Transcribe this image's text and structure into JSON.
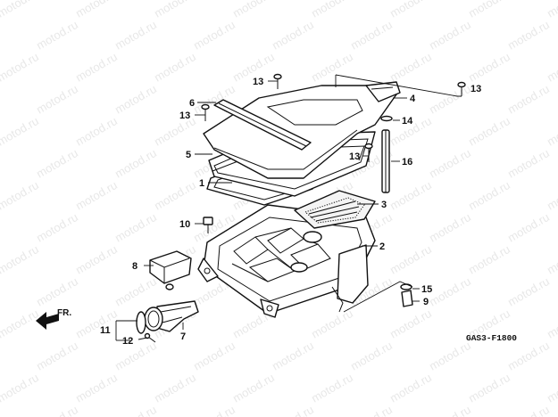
{
  "watermark": "motod.ru",
  "diagram_code": "GAS3-F1800",
  "front_marker": "FR.",
  "callouts": [
    {
      "id": "c1",
      "label": "1"
    },
    {
      "id": "c2",
      "label": "2"
    },
    {
      "id": "c3",
      "label": "3"
    },
    {
      "id": "c4",
      "label": "4"
    },
    {
      "id": "c5",
      "label": "5"
    },
    {
      "id": "c6",
      "label": "6"
    },
    {
      "id": "c7",
      "label": "7"
    },
    {
      "id": "c8",
      "label": "8"
    },
    {
      "id": "c9",
      "label": "9"
    },
    {
      "id": "c10",
      "label": "10"
    },
    {
      "id": "c11",
      "label": "11"
    },
    {
      "id": "c12",
      "label": "12"
    },
    {
      "id": "c13a",
      "label": "13"
    },
    {
      "id": "c13b",
      "label": "13"
    },
    {
      "id": "c13c",
      "label": "13"
    },
    {
      "id": "c13d",
      "label": "13"
    },
    {
      "id": "c14",
      "label": "14"
    },
    {
      "id": "c15",
      "label": "15"
    },
    {
      "id": "c16",
      "label": "16"
    }
  ]
}
